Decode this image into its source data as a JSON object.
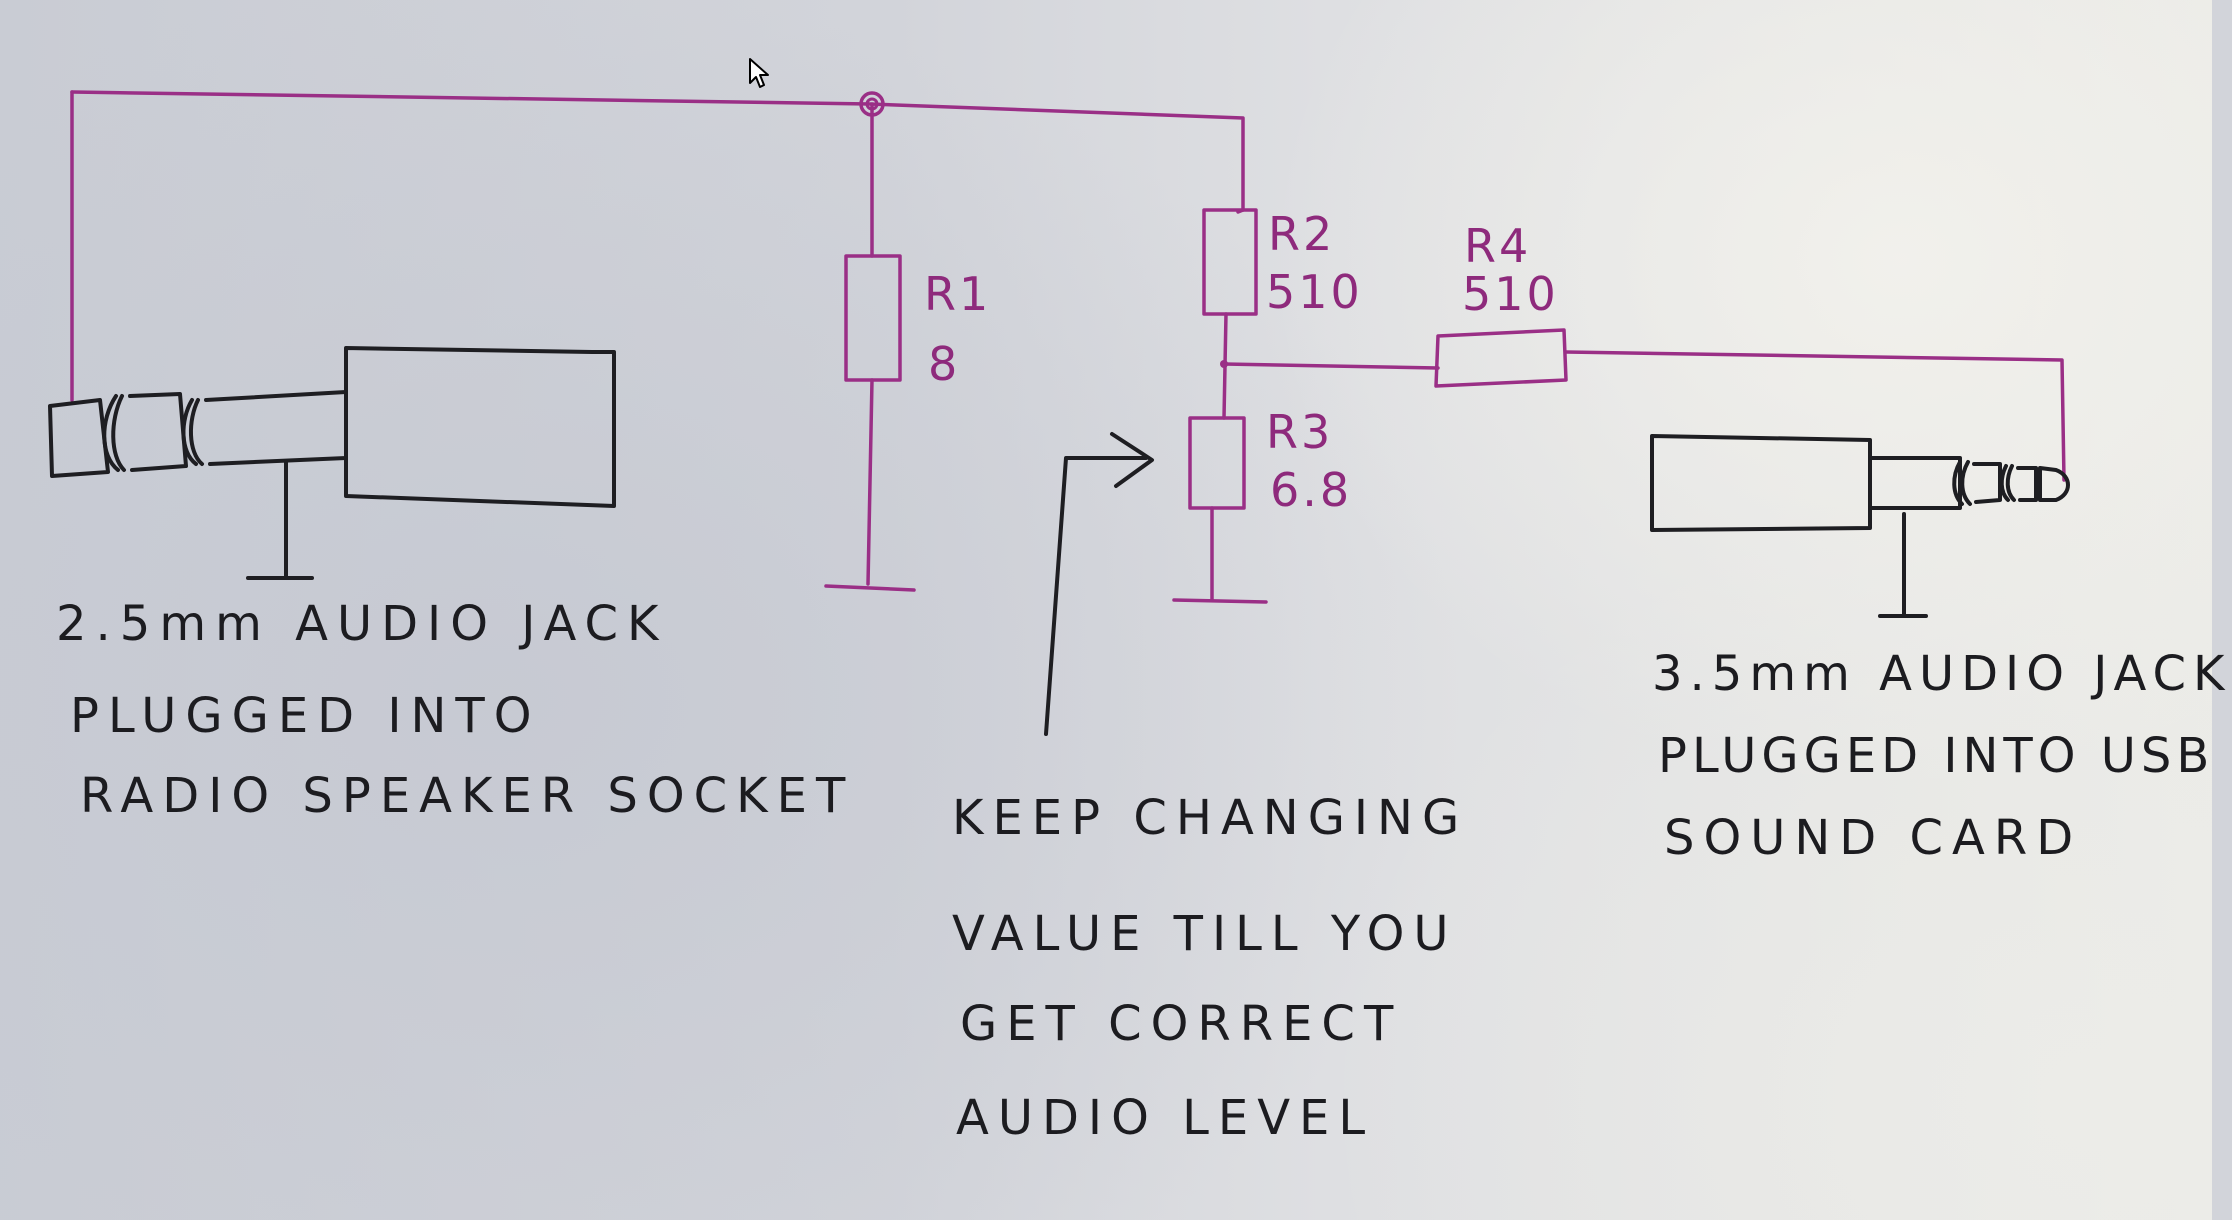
{
  "components": {
    "r1": {
      "name": "R1",
      "value": "8"
    },
    "r2": {
      "name": "R2",
      "value": "510"
    },
    "r3": {
      "name": "R3",
      "value": "6.8"
    },
    "r4": {
      "name": "R4",
      "value": "510"
    }
  },
  "notes": {
    "left_jack": [
      "2.5mm AUDIO JACK",
      "PLUGGED INTO",
      "RADIO SPEAKER SOCKET"
    ],
    "right_jack": [
      "3.5mm AUDIO JACK",
      "PLUGGED INTO USB",
      "SOUND CARD"
    ],
    "tip": [
      "KEEP CHANGING",
      "VALUE TILL YOU",
      "GET CORRECT",
      "AUDIO LEVEL"
    ]
  },
  "colors": {
    "wire": "#9a2f86",
    "ink": "#1e1e22",
    "label": "#8e2a7c"
  },
  "icons": {
    "cursor": "mouse-pointer-icon",
    "arrow": "arrow-right-icon",
    "ground": "ground-icon"
  }
}
